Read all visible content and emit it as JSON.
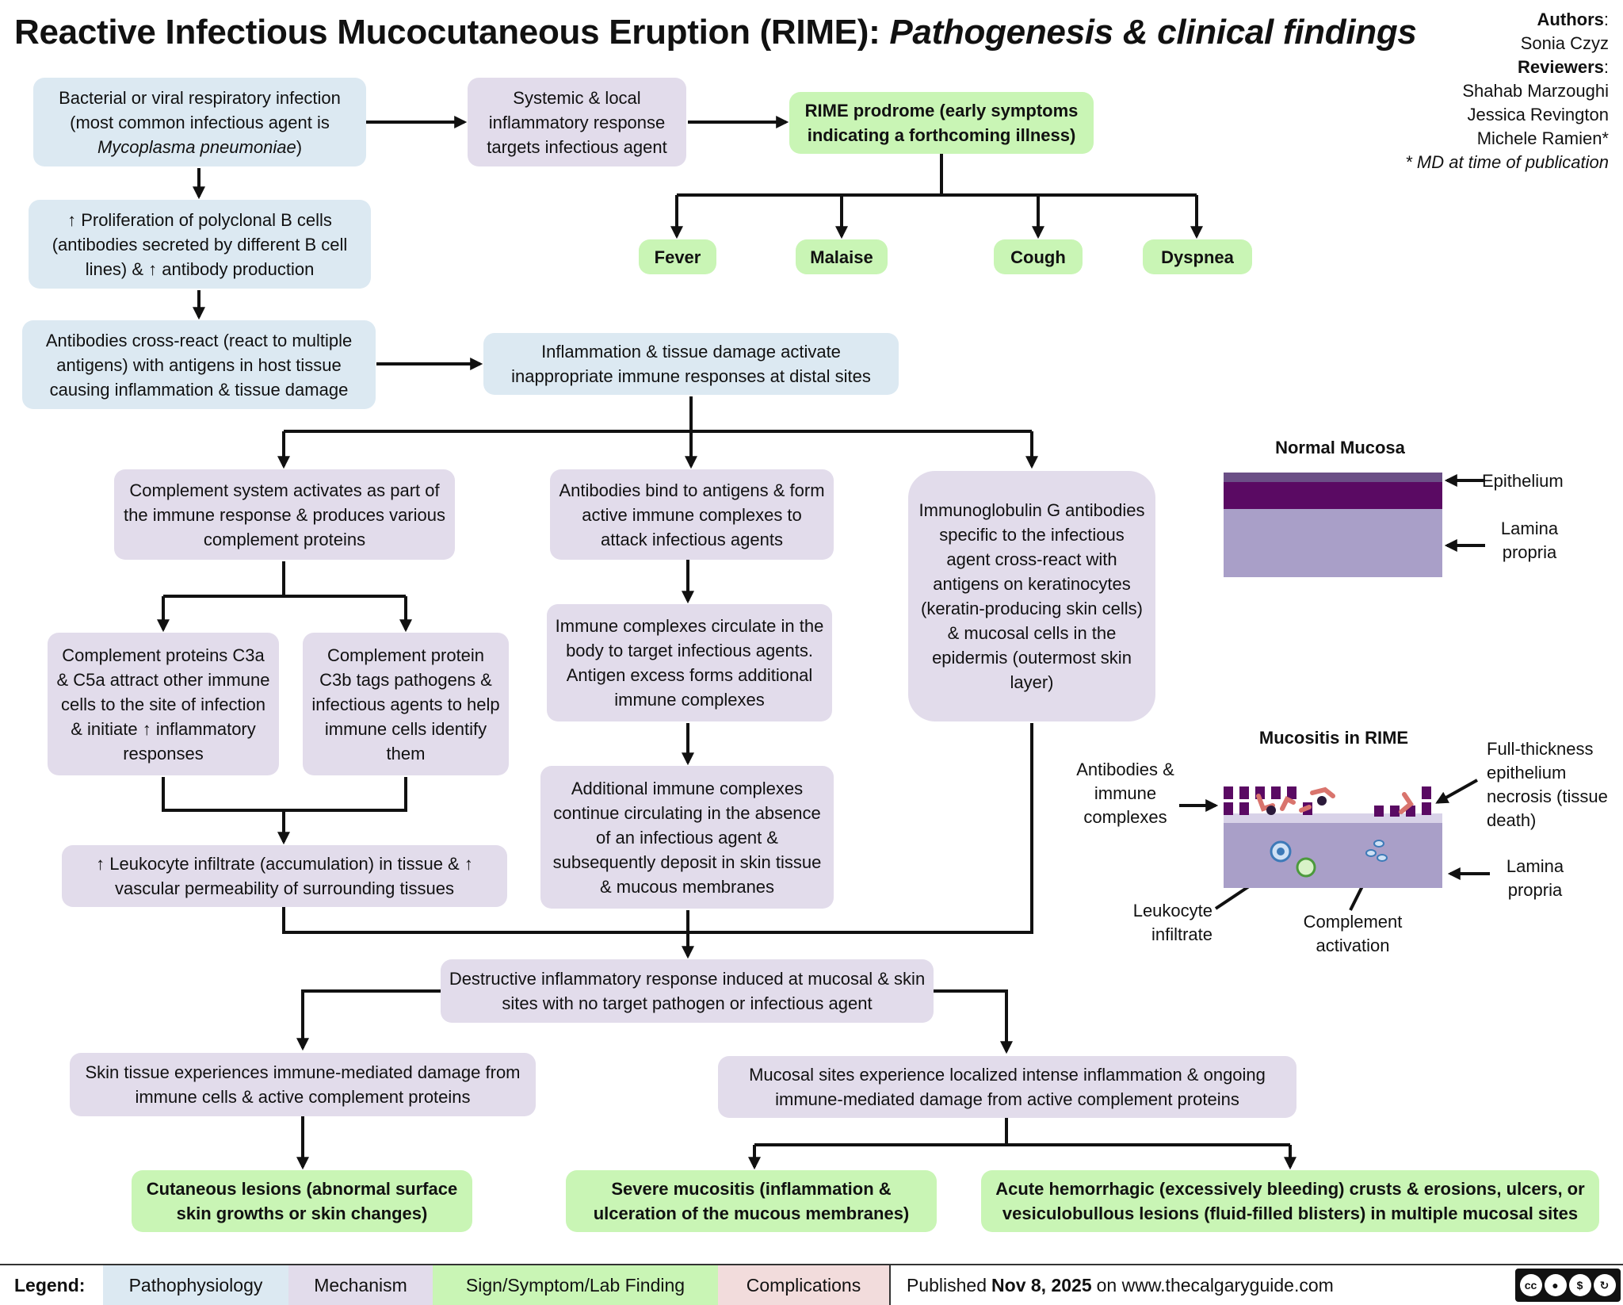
{
  "title": {
    "main": "Reactive Infectious Mucocutaneous Eruption (RIME): ",
    "sub": "Pathogenesis & clinical findings"
  },
  "authors": {
    "authors_label": "Authors",
    "author_1": "Sonia Czyz",
    "reviewers_label": "Reviewers",
    "reviewer_1": "Shahab Marzoughi",
    "reviewer_2": "Jessica Revington",
    "reviewer_3": "Michele Ramien*",
    "note": "* MD at time of publication"
  },
  "boxes": {
    "infection_1": "Bacterial or viral respiratory infection (most common infectious agent is ",
    "infection_agent": "Mycoplasma pneumoniae",
    "infection_2": ")",
    "systemic": "Systemic & local inflammatory response targets infectious agent",
    "prodrome": "RIME prodrome (early symptoms indicating a forthcoming illness)",
    "fever": "Fever",
    "malaise": "Malaise",
    "cough": "Cough",
    "dyspnea": "Dyspnea",
    "proliferation": "↑ Proliferation of polyclonal B cells (antibodies secreted by different B cell lines) & ↑ antibody production",
    "cross_react": "Antibodies cross-react (react to multiple antigens) with antigens in host tissue causing inflammation & tissue damage",
    "distal": "Inflammation & tissue damage activate inappropriate immune responses at distal sites",
    "complement_sys": "Complement system activates as part of the immune response & produces various complement proteins",
    "bind": "Antibodies bind to antigens & form active immune complexes to attack infectious agents",
    "igg": "Immunoglobulin G antibodies specific to the infectious agent cross-react with antigens on keratinocytes (keratin-producing skin cells) & mucosal cells in the epidermis (outermost skin layer)",
    "c3a": "Complement proteins C3a & C5a attract other immune cells to the site of infection & initiate ↑ inflammatory responses",
    "c3b": "Complement protein C3b tags pathogens & infectious agents to help immune cells identify them",
    "circulate": "Immune complexes circulate in the body to target infectious agents. Antigen excess forms additional immune complexes",
    "additional": "Additional immune complexes continue circulating in the absence of an infectious agent & subsequently deposit in skin tissue & mucous membranes",
    "leukocyte": "↑ Leukocyte infiltrate (accumulation) in tissue & ↑ vascular permeability of surrounding tissues",
    "destructive": "Destructive inflammatory response induced at mucosal & skin sites with no target pathogen or infectious agent",
    "skin_damage": "Skin tissue experiences immune-mediated damage from immune cells & active complement proteins",
    "mucosal_damage": "Mucosal sites experience localized intense inflammation & ongoing immune-mediated damage from active complement proteins",
    "cutaneous": "Cutaneous lesions (abnormal surface skin growths or skin changes)",
    "mucositis": "Severe mucositis (inflammation & ulceration of the mucous membranes)",
    "hemorrhagic": "Acute hemorrhagic (excessively bleeding) crusts & erosions, ulcers, or vesiculobullous lesions (fluid-filled blisters) in multiple mucosal sites"
  },
  "figure": {
    "normal_title": "Normal Mucosa",
    "epithelium": "Epithelium",
    "lamina_1": "Lamina propria",
    "rime_title": "Mucositis in RIME",
    "antibodies": "Antibodies & immune complexes",
    "necrosis": "Full-thickness epithelium necrosis (tissue death)",
    "lamina_2": "Lamina propria",
    "leuk_infiltrate": "Leukocyte infiltrate",
    "complement_activation": "Complement activation",
    "colors": {
      "epithelium": "#5a0a63",
      "lamina": "#a99fc8",
      "top_band": "#6b4f86"
    }
  },
  "legend": {
    "title": "Legend:",
    "pathophysiology": "Pathophysiology",
    "mechanism": "Mechanism",
    "sign": "Sign/Symptom/Lab Finding",
    "complications": "Complications",
    "published_prefix": "Published",
    "published_date": "Nov 8, 2025",
    "published_suffix": "on www.thecalgaryguide.com",
    "colors": {
      "pathophysiology": "#dce9f2",
      "mechanism": "#e2dceb",
      "sign": "#c9f5b5",
      "complications": "#f2dcdc"
    }
  }
}
